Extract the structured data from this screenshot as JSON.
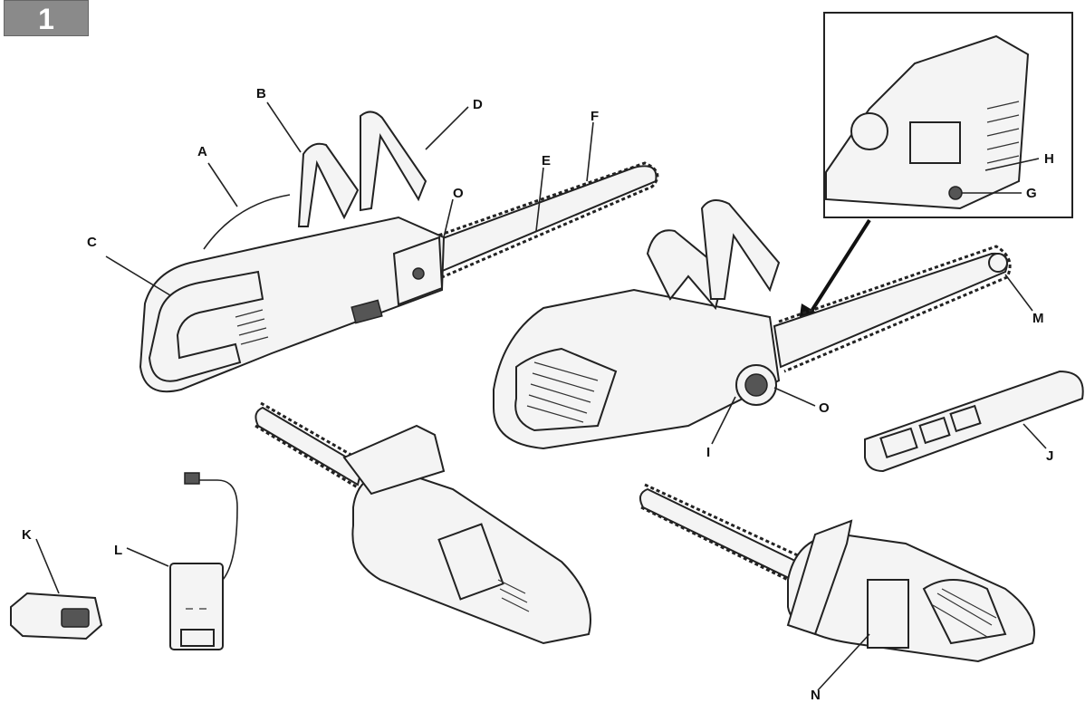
{
  "figure": {
    "number": "1"
  },
  "labels": {
    "A": "A",
    "B": "B",
    "C": "C",
    "D": "D",
    "E": "E",
    "F": "F",
    "O1": "O",
    "O2": "O",
    "H": "H",
    "G": "G",
    "M": "M",
    "I": "I",
    "J": "J",
    "K": "K",
    "L": "L",
    "N": "N"
  },
  "icons": [
    "chainsaw-main",
    "chainsaw-detail-inset",
    "chainsaw-back-left",
    "chainsaw-back-right",
    "guide-bar-cover",
    "battery",
    "charger"
  ]
}
